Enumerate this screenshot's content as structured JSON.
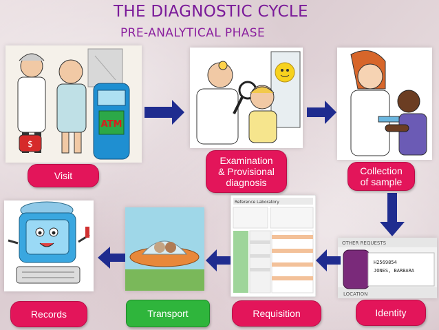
{
  "title": "THE DIAGNOSTIC CYCLE",
  "subtitle": "PRE-ANALYTICAL PHASE",
  "steps": {
    "visit": "Visit",
    "examination": "Examination\n& Provisional\ndiagnosis",
    "collection": "Collection\nof sample",
    "identity": "Identity",
    "requisition": "Requisition",
    "transport": "Transport",
    "records": "Records"
  },
  "images": {
    "visit_atm": "ATM",
    "tube_header": "OTHER REQUESTS",
    "tube_code1": "H2569854",
    "tube_code2": "JONES, BARBARA",
    "tube_footer": "LOCATION",
    "form_title": "Reference Laboratory"
  },
  "colors": {
    "title": "#7a1a99",
    "label_pink": "#e3155a",
    "label_green": "#2fb53c",
    "arrow": "#1f2c8f"
  }
}
